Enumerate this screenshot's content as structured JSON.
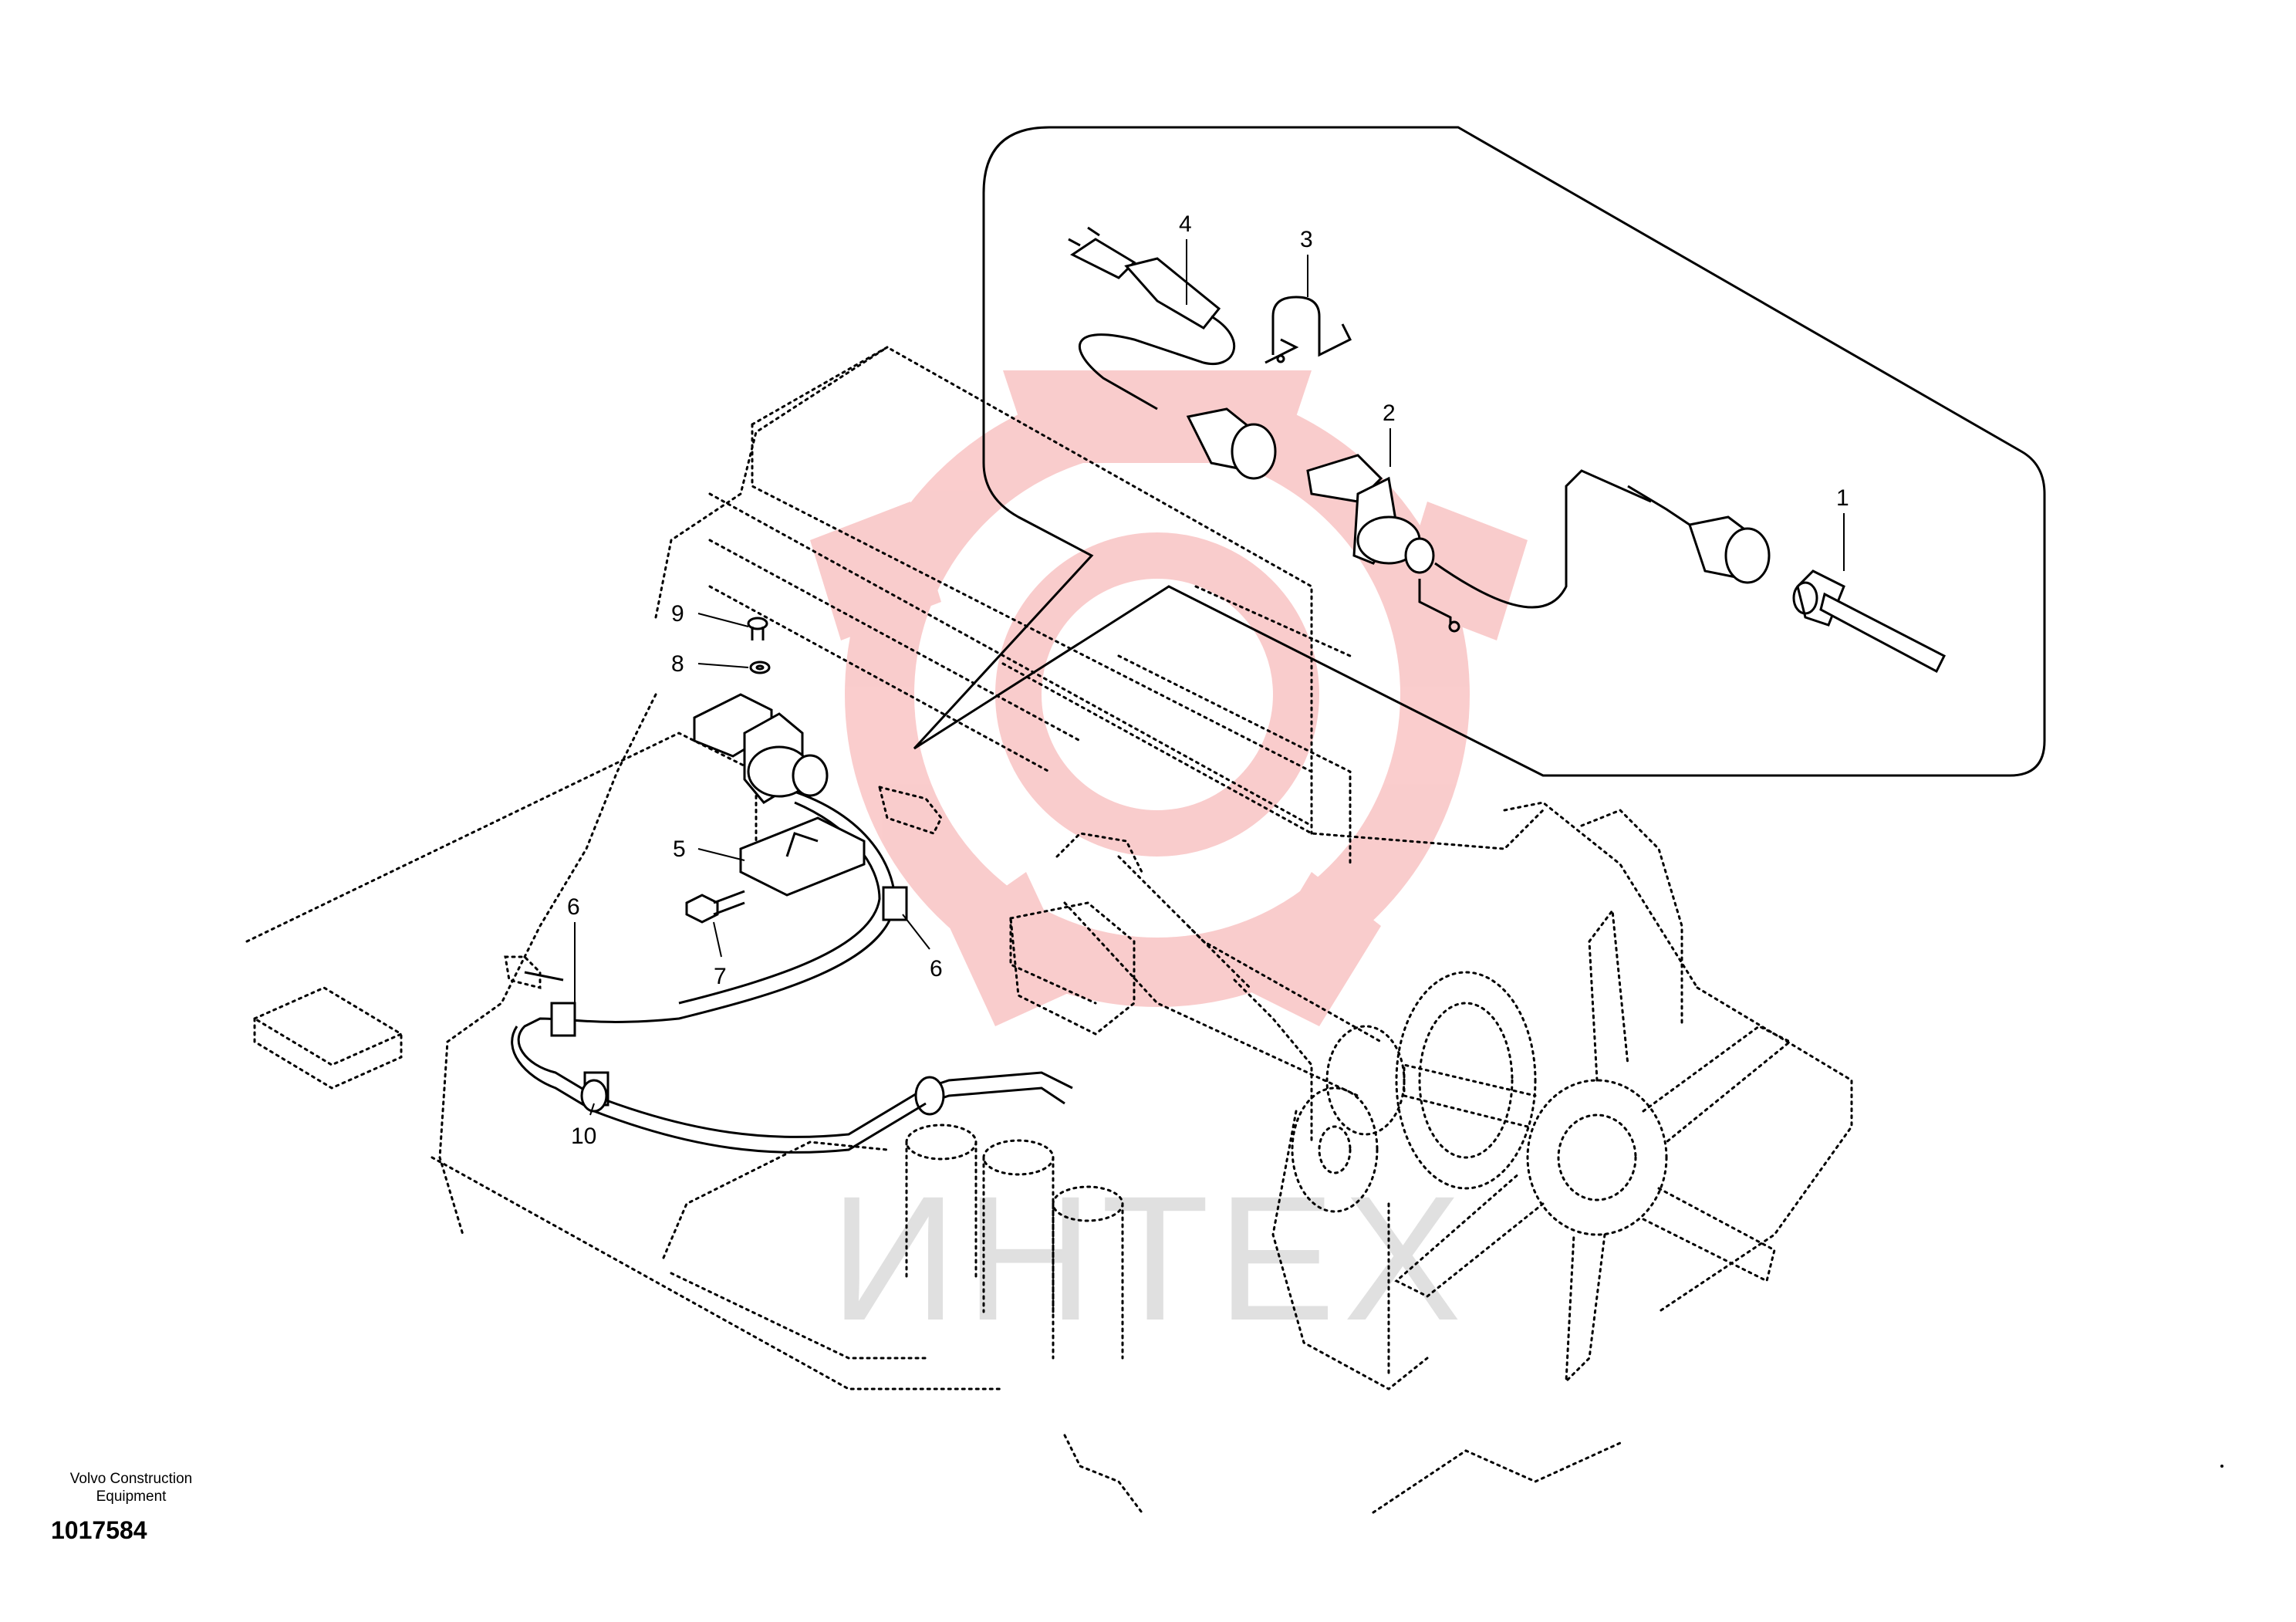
{
  "diagram": {
    "callouts": [
      {
        "id": "1",
        "label": "1"
      },
      {
        "id": "2",
        "label": "2"
      },
      {
        "id": "3",
        "label": "3"
      },
      {
        "id": "4",
        "label": "4"
      },
      {
        "id": "5",
        "label": "5"
      },
      {
        "id": "6a",
        "label": "6"
      },
      {
        "id": "6b",
        "label": "6"
      },
      {
        "id": "7",
        "label": "7"
      },
      {
        "id": "8",
        "label": "8"
      },
      {
        "id": "9",
        "label": "9"
      },
      {
        "id": "10",
        "label": "10"
      }
    ],
    "watermark": {
      "text": "ИНТЕХ",
      "color": "#f4a0a0"
    }
  },
  "footer": {
    "company_line1": "Volvo Construction",
    "company_line2": "Equipment",
    "drawing_number": "1017584"
  }
}
